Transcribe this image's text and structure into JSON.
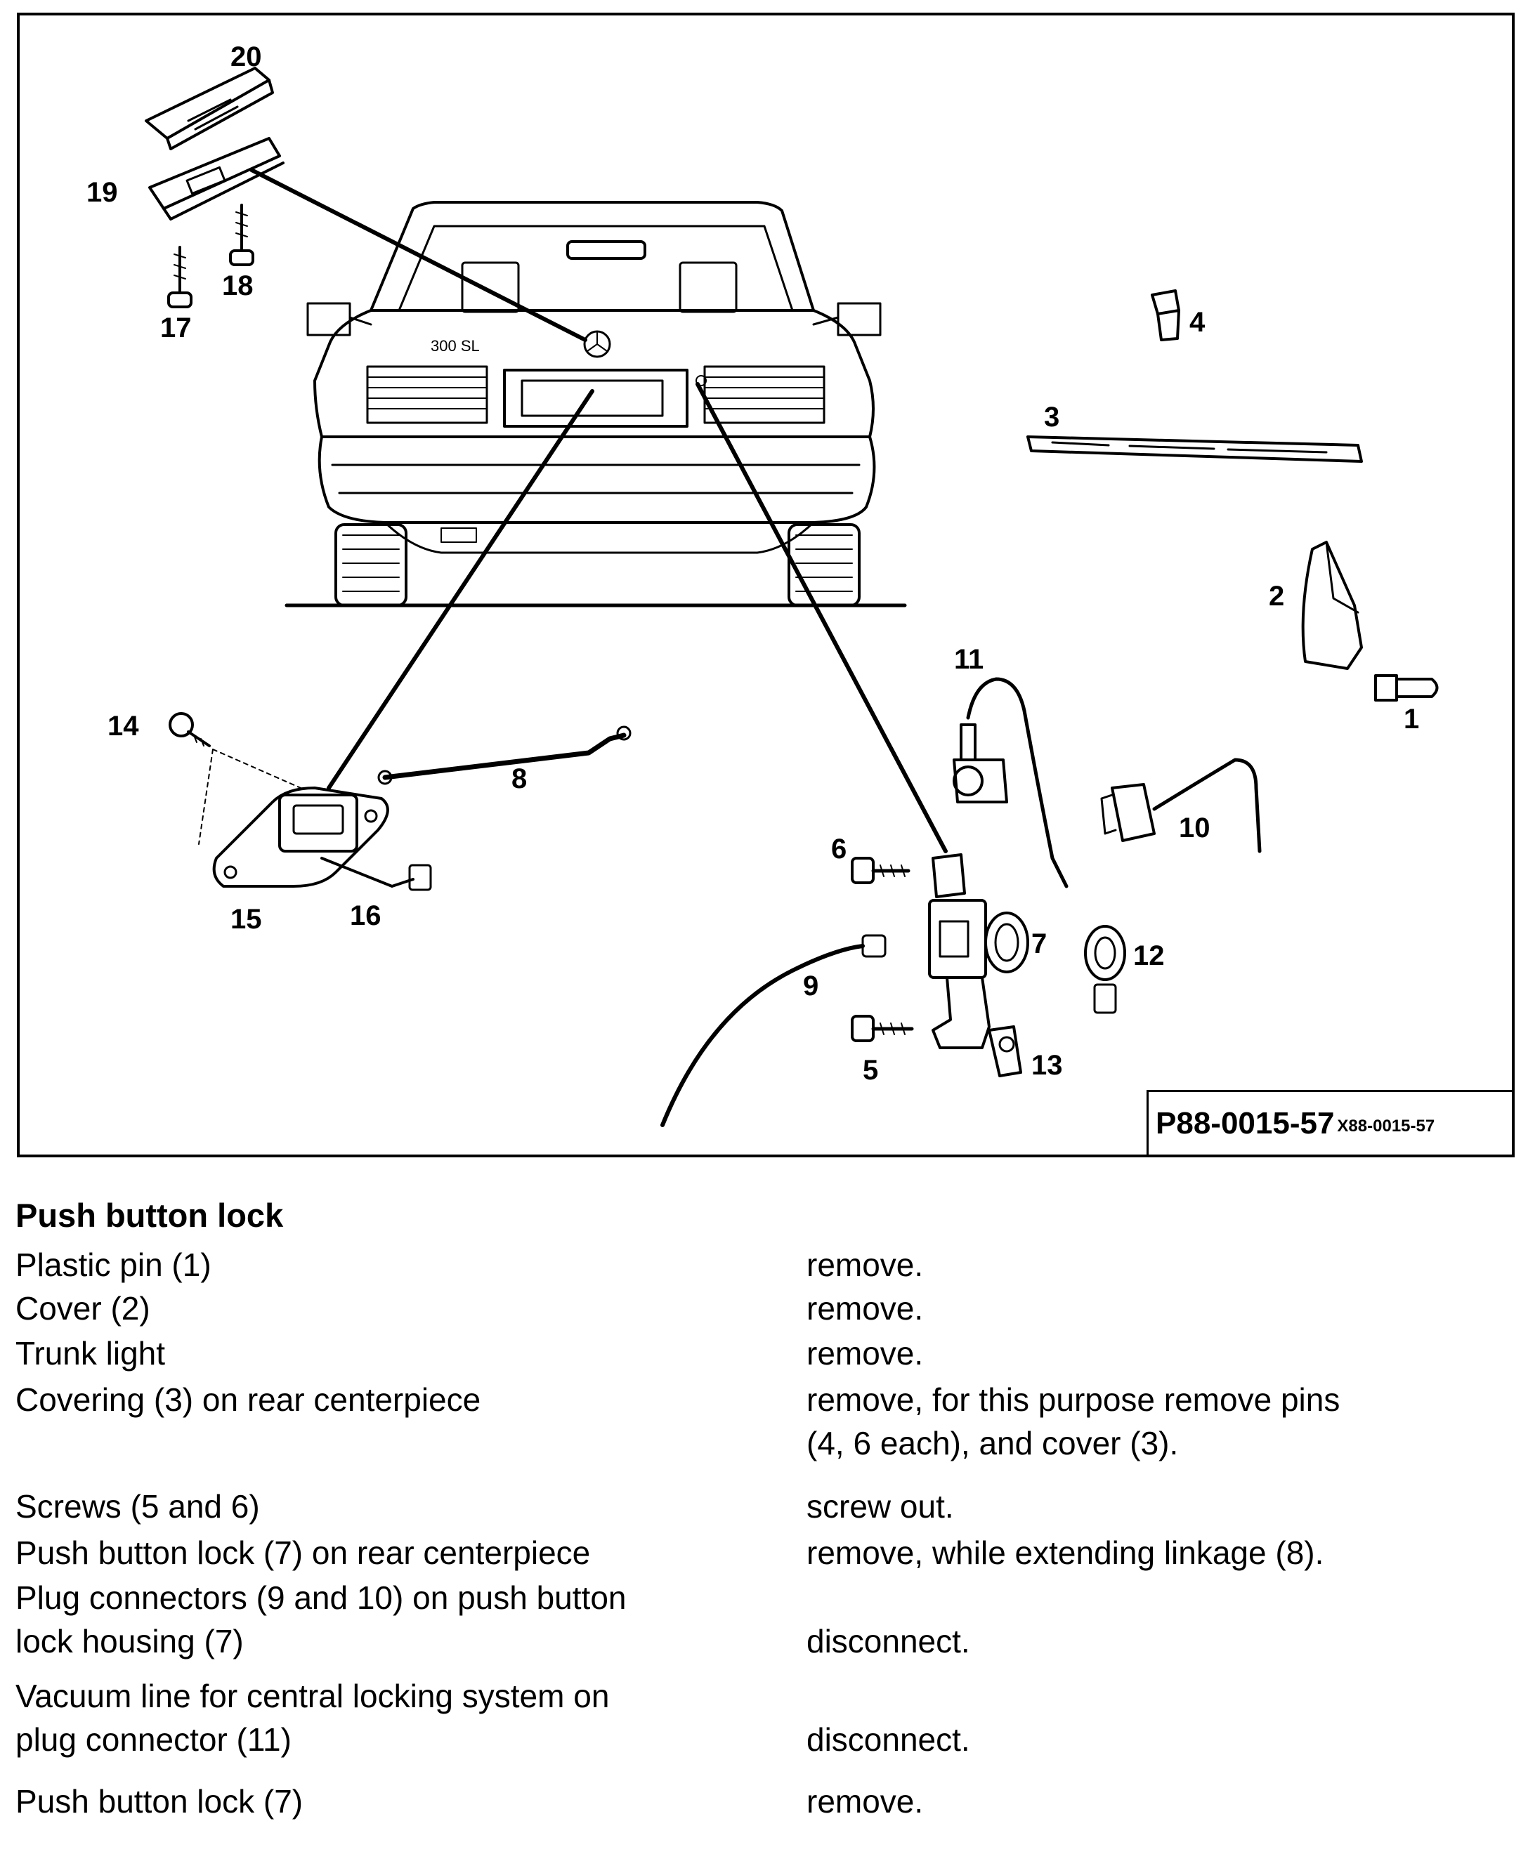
{
  "figure": {
    "code_main": "P88-0015-57",
    "code_small": "X88-0015-57",
    "callouts": [
      "1",
      "2",
      "3",
      "4",
      "5",
      "6",
      "7",
      "8",
      "9",
      "10",
      "11",
      "12",
      "13",
      "14",
      "15",
      "16",
      "17",
      "18",
      "19",
      "20"
    ]
  },
  "procedure": {
    "title": "Push button lock",
    "steps": [
      {
        "part": "Plastic pin (1)",
        "action": "remove."
      },
      {
        "part": "Cover (2)",
        "action": "remove."
      },
      {
        "part": "Trunk light",
        "action": "remove."
      },
      {
        "part": "Covering (3) on rear centerpiece",
        "action_line1": "remove, for this purpose remove pins",
        "action_line2": "(4, 6 each), and cover (3)."
      },
      {
        "part": "Screws (5 and 6)",
        "action": "screw out."
      },
      {
        "part": "Push button lock (7) on rear centerpiece",
        "action": "remove, while extending linkage (8)."
      },
      {
        "part_line1": "Plug connectors (9 and 10) on push button",
        "part_line2": "lock housing (7)",
        "action": "disconnect."
      },
      {
        "part_line1": "Vacuum line for central locking system on",
        "part_line2": "plug connector (11)",
        "action": "disconnect."
      },
      {
        "part": "Push button lock (7)",
        "action": "remove."
      }
    ]
  }
}
